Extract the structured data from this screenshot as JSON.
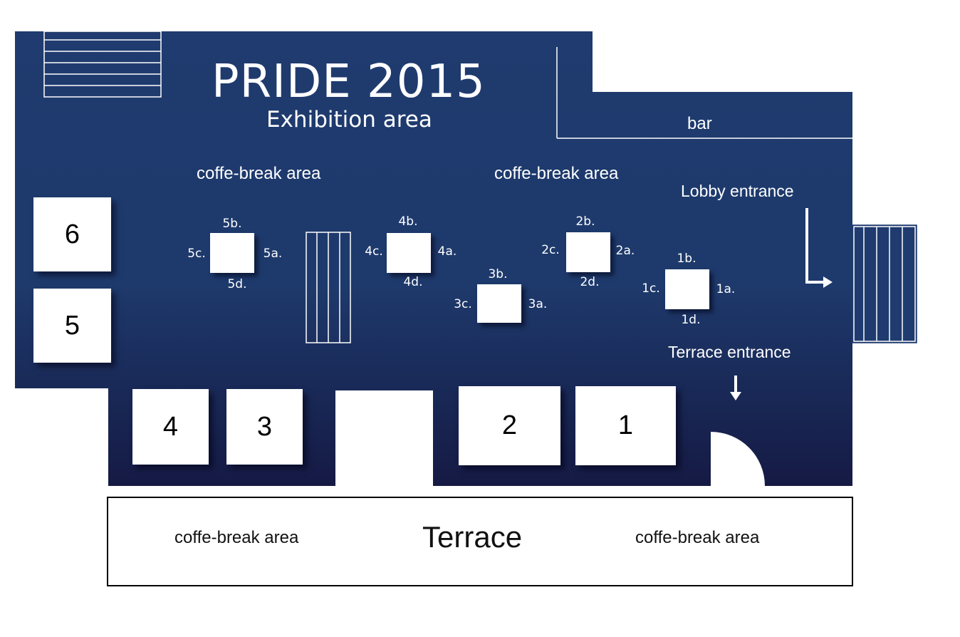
{
  "title": "PRIDE 2015",
  "subtitle": "Exhibition area",
  "colors": {
    "floor_top": "#1f3b6f",
    "floor_bottom": "#161b45",
    "line": "#ffffff"
  },
  "areas": {
    "bar": "bar",
    "coffee_left": "coffe-break area",
    "coffee_right": "coffe-break area",
    "lobby_entrance": "Lobby entrance",
    "terrace_entrance": "Terrace entrance",
    "terrace": "Terrace",
    "terrace_coffee_left": "coffe-break area",
    "terrace_coffee_right": "coffe-break area"
  },
  "booths": [
    "1",
    "2",
    "3",
    "4",
    "5",
    "6"
  ],
  "tables": {
    "t1": {
      "a": "1a.",
      "b": "1b.",
      "c": "1c.",
      "d": "1d."
    },
    "t2": {
      "a": "2a.",
      "b": "2b.",
      "c": "2c.",
      "d": "2d."
    },
    "t3": {
      "a": "3a.",
      "b": "3b.",
      "c": "3c."
    },
    "t4": {
      "a": "4a.",
      "b": "4b.",
      "c": "4c.",
      "d": "4d."
    },
    "t5": {
      "a": "5a.",
      "b": "5b.",
      "c": "5c.",
      "d": "5d."
    }
  }
}
